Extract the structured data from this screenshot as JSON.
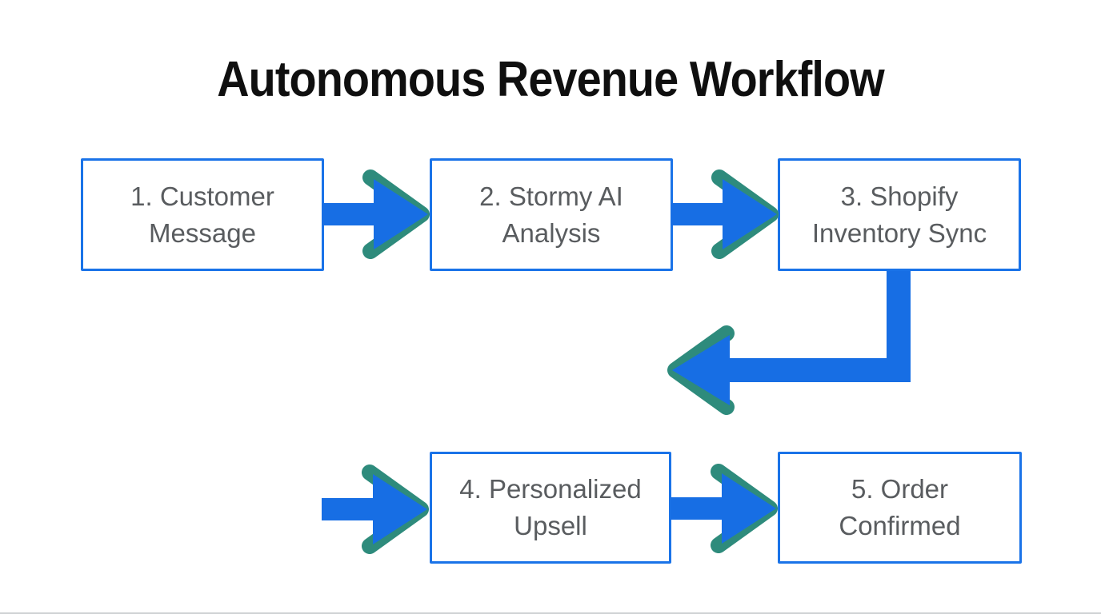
{
  "title": "Autonomous Revenue Workflow",
  "diagram": {
    "nodes": [
      {
        "id": "1",
        "label": "1. Customer Message",
        "lines": [
          "1. Customer",
          "Message"
        ]
      },
      {
        "id": "2",
        "label": "2. Stormy AI Analysis",
        "lines": [
          "2. Stormy AI",
          "Analysis"
        ]
      },
      {
        "id": "3",
        "label": "3. Shopify Inventory Sync",
        "lines": [
          "3. Shopify",
          "Inventory Sync"
        ]
      },
      {
        "id": "4",
        "label": "4. Personalized Upsell",
        "lines": [
          "4. Personalized",
          "Upsell"
        ]
      },
      {
        "id": "5",
        "label": "5. Order Confirmed",
        "lines": [
          "5. Order",
          "Confirmed"
        ]
      }
    ],
    "edges": [
      {
        "from": "1",
        "to": "2"
      },
      {
        "from": "2",
        "to": "3"
      },
      {
        "from": "3",
        "to": "4"
      },
      {
        "from": "4",
        "to": "5"
      }
    ]
  },
  "colors": {
    "title_color": "#0f0f0f",
    "node_text": "#595c5f",
    "box_border": "#1a73e8",
    "arrow_blue": "#176ee4",
    "arrow_teal": "#2e8b7c",
    "bottom_line": "#cfd2d4"
  }
}
